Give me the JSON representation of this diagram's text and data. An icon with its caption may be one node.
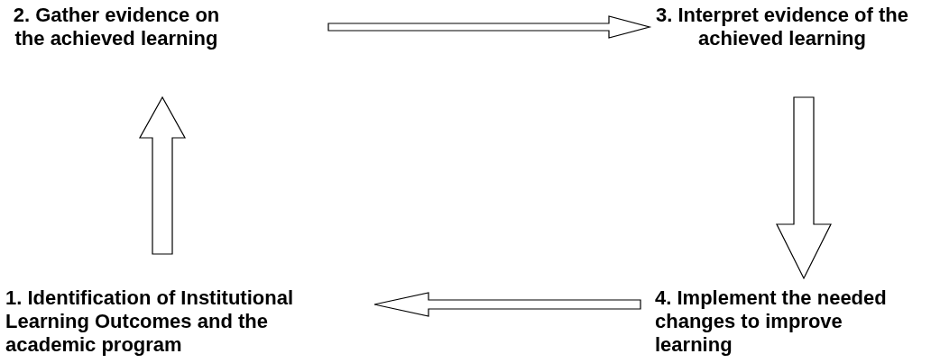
{
  "diagram": {
    "nodes": [
      {
        "text": [
          "2. Gather evidence on the achieved learning"
        ]
      },
      {
        "text": [
          "3. Interpret evidence of the achieved learning"
        ]
      },
      {
        "text": [
          "1. Identification of Institutional Learning Outcomes and the academic program"
        ]
      },
      {
        "text": [
          "4. Implement the needed changes to improve learning"
        ]
      }
    ],
    "edges": [
      {
        "from": 2,
        "to": 0,
        "arrow": "to"
      },
      {
        "from": 0,
        "to": 1,
        "arrow": "to"
      },
      {
        "from": 1,
        "to": 3,
        "arrow": "to"
      },
      {
        "from": 3,
        "to": 2,
        "arrow": "to"
      }
    ]
  }
}
